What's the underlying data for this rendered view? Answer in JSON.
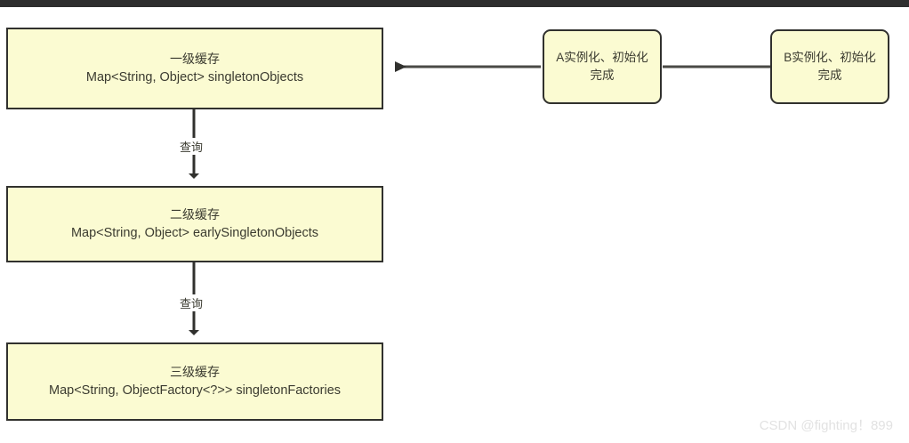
{
  "diagram": {
    "title_bar_color": "#2e2e2e",
    "box_fill": "#fbfbd2",
    "box_border": "#31312e",
    "nodes": {
      "level1_cache": {
        "line1": "一级缓存",
        "line2": "Map<String, Object> singletonObjects"
      },
      "level2_cache": {
        "line1": "二级缓存",
        "line2": "Map<String, Object> earlySingletonObjects"
      },
      "level3_cache": {
        "line1": "三级缓存",
        "line2": "Map<String, ObjectFactory<?>> singletonFactories"
      },
      "bean_a": {
        "label": "A实例化、初始化完成"
      },
      "bean_b": {
        "label": "B实例化、初始化完成"
      }
    },
    "edges": {
      "l1_to_l2_label": "查询",
      "l2_to_l3_label": "查询"
    },
    "watermark": "CSDN @fighting！899"
  }
}
